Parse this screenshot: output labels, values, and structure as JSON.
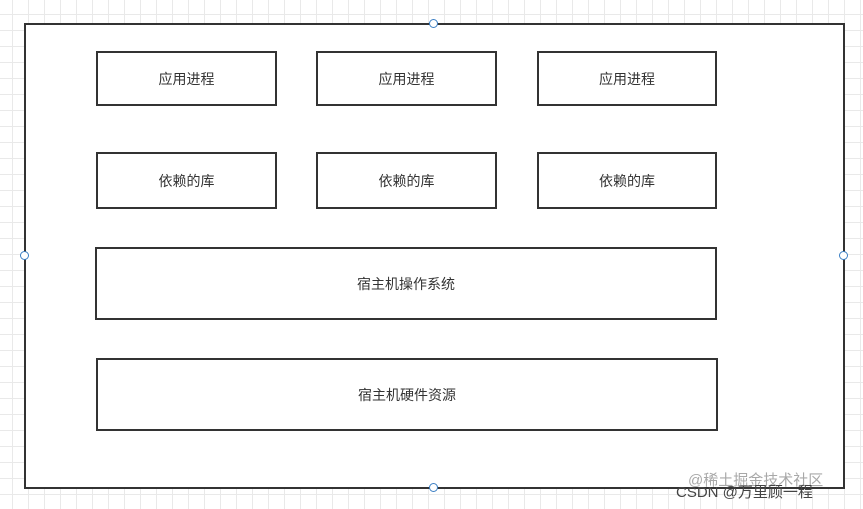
{
  "diagram": {
    "rows": [
      {
        "name": "app-processes",
        "cells": [
          "应用进程",
          "应用进程",
          "应用进程"
        ]
      },
      {
        "name": "libraries",
        "cells": [
          "依赖的库",
          "依赖的库",
          "依赖的库"
        ]
      }
    ],
    "host_os": "宿主机操作系统",
    "host_hardware": "宿主机硬件资源"
  },
  "watermark": {
    "back": "@稀土掘金技术社区",
    "front": "CSDN @万里顾一程"
  },
  "colors": {
    "stroke": "#333333",
    "handle": "#3b7fc4",
    "grid": "#e9e9e9"
  }
}
